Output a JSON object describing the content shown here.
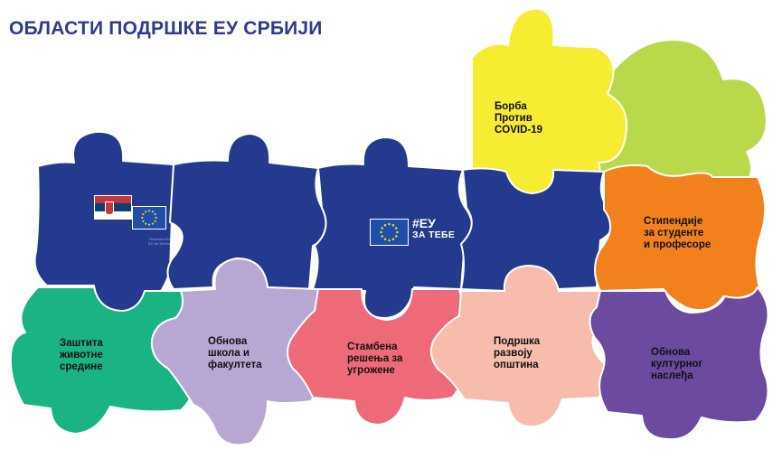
{
  "title": "ОБЛАСТИ ПОДРШКЕ ЕУ СРБИЈИ",
  "colors": {
    "title": "#2f3b8e",
    "navy": "#233a8e",
    "yellow": "#f6ec32",
    "lime": "#b9d84a",
    "orange": "#f2811d",
    "purple": "#6b4aa0",
    "green": "#19b384",
    "lavender": "#b9a7d3",
    "red": "#ef6a78",
    "peach": "#f8bcac",
    "eu_blue": "#1f4fa8",
    "eu_star": "#ffd617",
    "flag_red": "#c6363c",
    "flag_blue": "#0c4076",
    "flag_white": "#ffffff"
  },
  "pieces": [
    {
      "id": "covid",
      "label": "Борба\nПротив\nCOVID-19",
      "color": "yellow"
    },
    {
      "id": "scholarships",
      "label": "Стипендије\nза студенте\nи професоре",
      "color": "orange"
    },
    {
      "id": "environment",
      "label": "Заштита\nживотне\nсредине",
      "color": "green"
    },
    {
      "id": "schools",
      "label": "Обнова\nшкола и\nфакултета",
      "color": "lavender"
    },
    {
      "id": "housing",
      "label": "Стамбена\nрешења за\nугрожене",
      "color": "red"
    },
    {
      "id": "municipalities",
      "label": "Подршка\nразвоју\nопштина",
      "color": "peach"
    },
    {
      "id": "heritage",
      "label": "Обнова\nкултурног\nнаслеђа",
      "color": "purple"
    }
  ],
  "logo": {
    "hashtag": "#ЕУ",
    "subtitle": "ЗА ТЕБЕ",
    "small_text": "Finansira EU\nEU for Serbia"
  },
  "icons": {
    "serbia_flag": "serbia-flag-icon",
    "eu_flag": "eu-flag-icon"
  }
}
